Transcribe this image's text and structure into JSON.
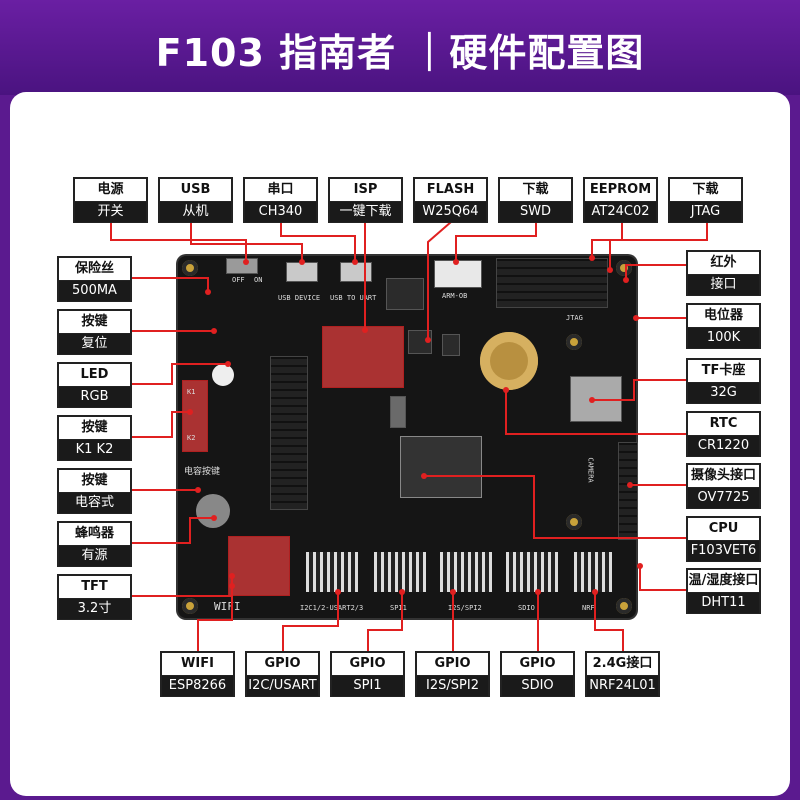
{
  "title": "F103 指南者 ｜硬件配置图",
  "accent_color": "#e02020",
  "labels": {
    "power": {
      "t": "电源",
      "b": "开关"
    },
    "usb": {
      "t": "USB",
      "b": "从机"
    },
    "serial": {
      "t": "串口",
      "b": "CH340"
    },
    "isp": {
      "t": "ISP",
      "b": "一键下载"
    },
    "flash": {
      "t": "FLASH",
      "b": "W25Q64"
    },
    "swd": {
      "t": "下载",
      "b": "SWD"
    },
    "eeprom": {
      "t": "EEPROM",
      "b": "AT24C02"
    },
    "jtag": {
      "t": "下载",
      "b": "JTAG"
    },
    "fuse": {
      "t": "保险丝",
      "b": "500MA"
    },
    "reset": {
      "t": "按键",
      "b": "复位"
    },
    "led": {
      "t": "LED",
      "b": "RGB"
    },
    "keys": {
      "t": "按键",
      "b": "K1 K2"
    },
    "touch": {
      "t": "按键",
      "b": "电容式"
    },
    "buzzer": {
      "t": "蜂鸣器",
      "b": "有源"
    },
    "tft": {
      "t": "TFT",
      "b": "3.2寸"
    },
    "ir": {
      "t": "红外",
      "b": "接口"
    },
    "pot": {
      "t": "电位器",
      "b": "100K"
    },
    "tf": {
      "t": "TF卡座",
      "b": "32G"
    },
    "rtc": {
      "t": "RTC",
      "b": "CR1220"
    },
    "camera": {
      "t": "摄像头接口",
      "b": "OV7725"
    },
    "cpu": {
      "t": "CPU",
      "b": "F103VET6"
    },
    "dht": {
      "t": "温/湿度接口",
      "b": "DHT11"
    },
    "wifi": {
      "t": "WIFI",
      "b": "ESP8266"
    },
    "gpio1": {
      "t": "GPIO",
      "b": "I2C/USART"
    },
    "gpio2": {
      "t": "GPIO",
      "b": "SPI1"
    },
    "gpio3": {
      "t": "GPIO",
      "b": "I2S/SPI2"
    },
    "gpio4": {
      "t": "GPIO",
      "b": "SDIO"
    },
    "nrf": {
      "t": "2.4G接口",
      "b": "NRF24L01"
    }
  },
  "board_silk": {
    "usb_device": "USB DEVICE",
    "usb_uart": "USB TO UART",
    "arm_ob": "ARM-OB",
    "jtag": "JTAG",
    "camera": "CAMERA",
    "wifi": "WIFI",
    "i2c": "I2C1/2-USART2/3",
    "spi1": "SPI1",
    "i2s": "I2S/SPI2",
    "sdio": "SDIO",
    "nrf": "NRF",
    "k1": "K1",
    "k2": "K2",
    "touch_key": "电容按键",
    "off": "OFF",
    "on": "ON"
  }
}
